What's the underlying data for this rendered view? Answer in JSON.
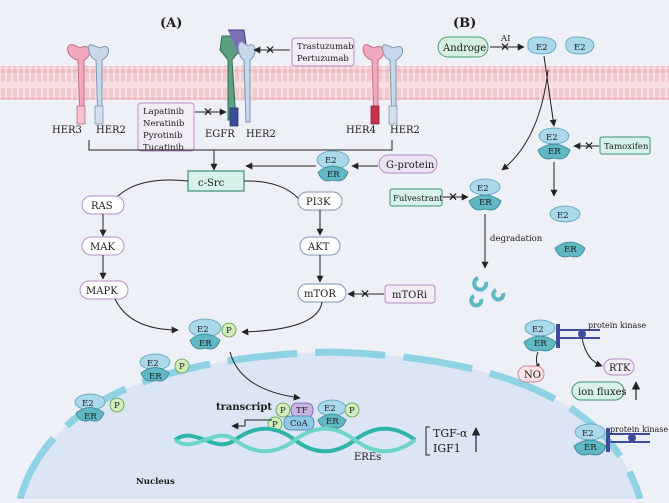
{
  "panels": {
    "a": "(A)",
    "b": "(B)"
  },
  "receptors": {
    "her3": "HER3",
    "her2a": "HER2",
    "egfr": "EGFR",
    "her2b": "HER2",
    "her4": "HER4",
    "her2c": "HER2"
  },
  "antibodies": [
    "Trastuzumab",
    "Pertuzumab"
  ],
  "tkis": [
    "Lapatinib",
    "Neratinib",
    "Pyrotinib",
    "Tucatinib"
  ],
  "pathway": {
    "csrc": "c-Src",
    "ras": "RAS",
    "mak": "MAK",
    "mapk": "MAPK",
    "pi3k": "PI3K",
    "akt": "AKT",
    "mtor": "mTOR",
    "mtori": "mTORi",
    "gprotein": "G-protein"
  },
  "complex": {
    "e2": "E2",
    "er": "ER",
    "p": "P",
    "tf": "TF",
    "coa": "CoA"
  },
  "nucleus": {
    "transcript": "transcript",
    "eres": "EREs",
    "tgf": "TGF-α",
    "igf": "IGF1",
    "label": "Nucleus"
  },
  "panel_b": {
    "androge": "Androge",
    "ai": "AI",
    "tamoxifen": "Tamoxifen",
    "fulvestrant": "Fulvestrant",
    "degradation": "degradation",
    "protein_kinase_1": "protein kinase",
    "protein_kinase_2": "protein kinase",
    "no": "NO",
    "rtk": "RTK",
    "ion_fluxes": "ion fluxes"
  },
  "colors": {
    "membrane": "#eab3b8",
    "lipid": "#f3c9cf",
    "er": "#5fb8c4",
    "e2": "#a9d9ea",
    "phospho": "#cfeebb",
    "nucleus": "#7ac7dc",
    "dna_a": "#2fb5a8",
    "dna_b": "#6fd3c8",
    "box_green": "#d8f1ea",
    "box_purple": "#ede2f3",
    "inhibit": "#d9463a"
  }
}
